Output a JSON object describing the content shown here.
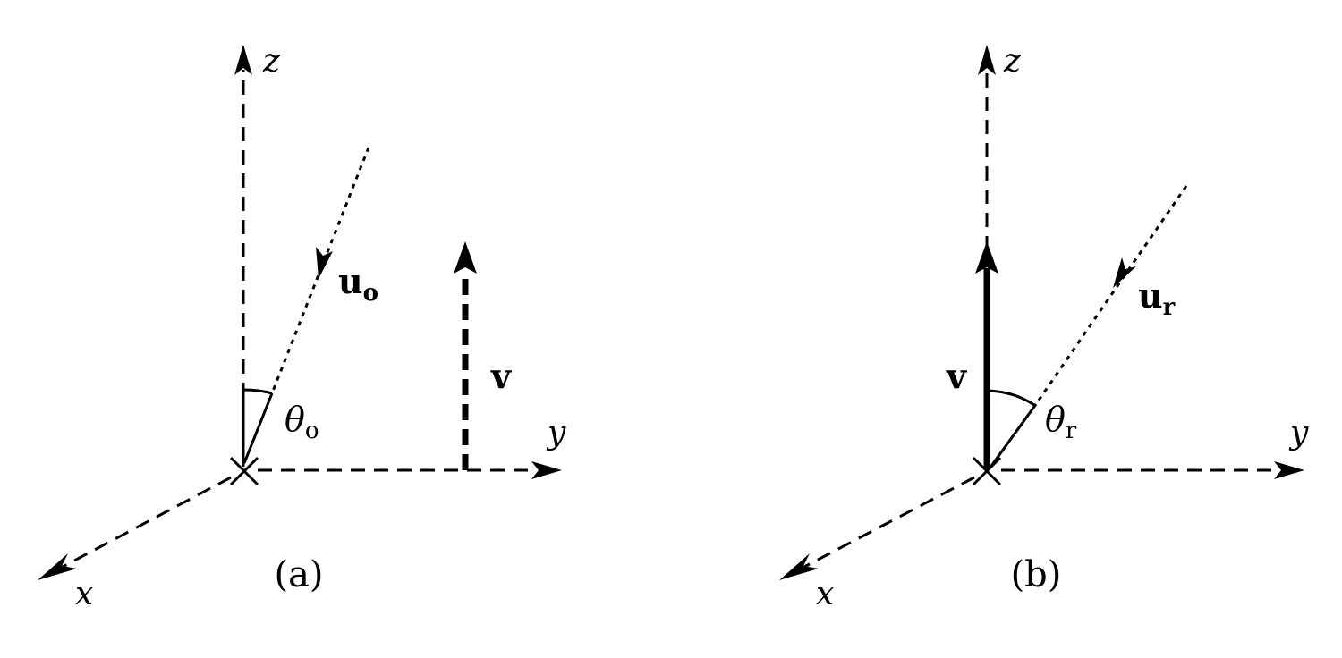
{
  "panels": [
    {
      "caption": "(a)",
      "axes": {
        "x": "x",
        "y": "y",
        "z": "z"
      },
      "observer_vector": {
        "symbol": "u",
        "subscript": "o"
      },
      "velocity_vector": {
        "symbol": "v",
        "style": "dashed"
      },
      "angle": {
        "symbol": "θ",
        "subscript": "o"
      }
    },
    {
      "caption": "(b)",
      "axes": {
        "x": "x",
        "y": "y",
        "z": "z"
      },
      "observer_vector": {
        "symbol": "u",
        "subscript": "r"
      },
      "velocity_vector": {
        "symbol": "v",
        "style": "solid"
      },
      "angle": {
        "symbol": "θ",
        "subscript": "r"
      }
    }
  ]
}
